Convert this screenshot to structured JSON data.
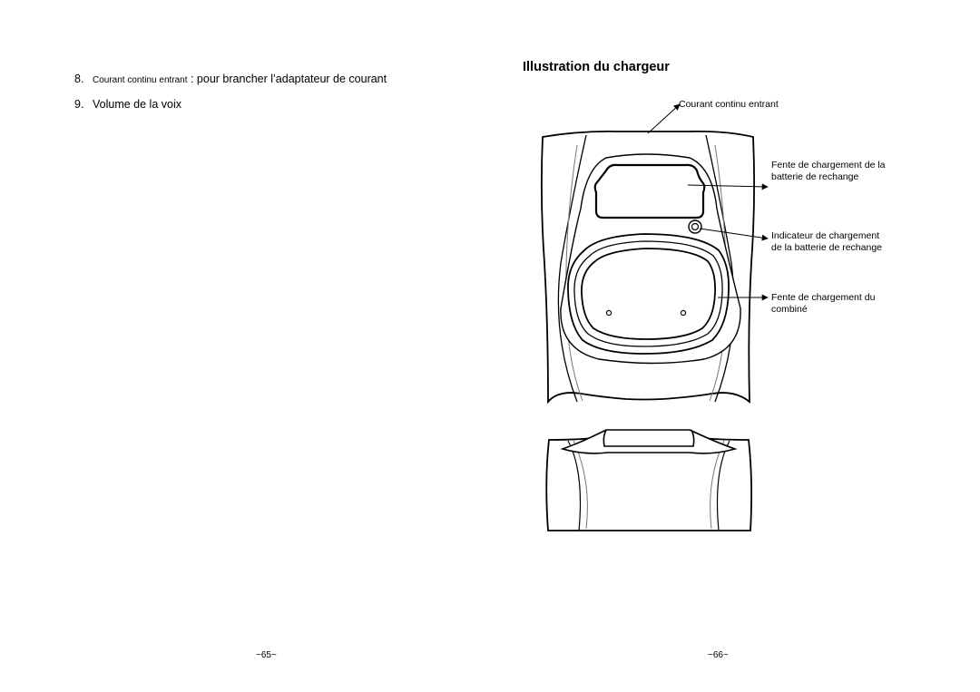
{
  "left_page": {
    "items": [
      {
        "number": "8.",
        "label": "Courant continu entrant",
        "text": " : pour brancher l’adaptateur de courant"
      },
      {
        "number": "9.",
        "text": "Volume de la voix"
      }
    ],
    "page_number": "~65~"
  },
  "right_page": {
    "title": "Illustration du chargeur",
    "callouts": {
      "dc_in": "Courant continu entrant",
      "battery_slot": "Fente de chargement de la batterie de rechange",
      "battery_indicator": "Indicateur de chargement de la batterie de rechange",
      "handset_slot": "Fente de chargement du combiné"
    },
    "page_number": "~66~"
  }
}
